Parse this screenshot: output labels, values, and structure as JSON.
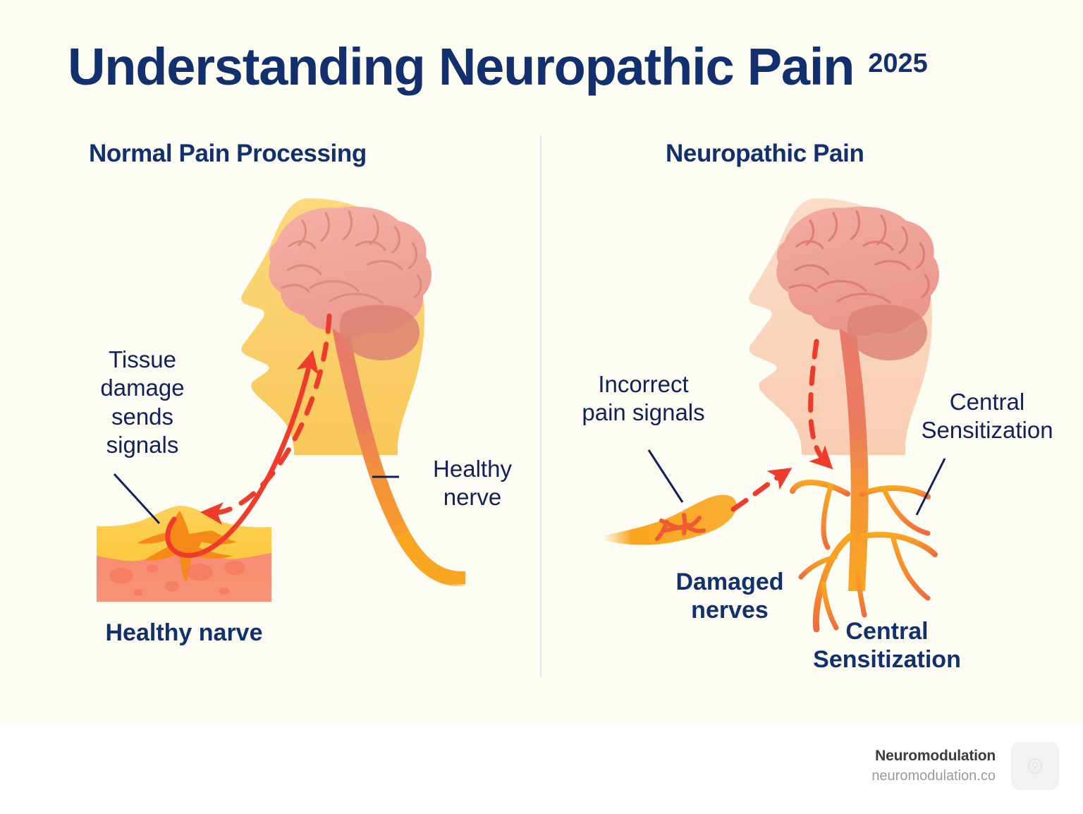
{
  "page": {
    "background_color": "#fdfdf4",
    "accent_navy": "#12306e",
    "accent_text_navy": "#12215c",
    "signal_red": "#ef3b2c",
    "nerve_orange": "#f9a620",
    "nerve_red_orange": "#f4663a",
    "head_left_color": "#fbd46d",
    "head_right_color": "#fbd5bd",
    "brain_color": "#f2a79d"
  },
  "title": {
    "main": "Understanding Neuropathic Pain",
    "year": "2025"
  },
  "panels": {
    "left": {
      "heading": "Normal Pain Processing",
      "annotations": {
        "tissue_damage": "Tissue\ndamage\nsends\nsignals",
        "healthy_nerve": "Healthy\nnerve"
      },
      "caption": "Healthy narve"
    },
    "right": {
      "heading": "Neuropathic Pain",
      "annotations": {
        "incorrect_signals": "Incorrect\npain signals",
        "central_sensitization": "Central\nSensitization"
      },
      "captions": {
        "damaged_nerves": "Damaged\nnerves",
        "central_sensitization": "Central\nSensitization"
      }
    }
  },
  "footer": {
    "brand": "Neuromodulation",
    "url": "neuromodulation.co",
    "logo_icon": "brain-logo-icon"
  }
}
